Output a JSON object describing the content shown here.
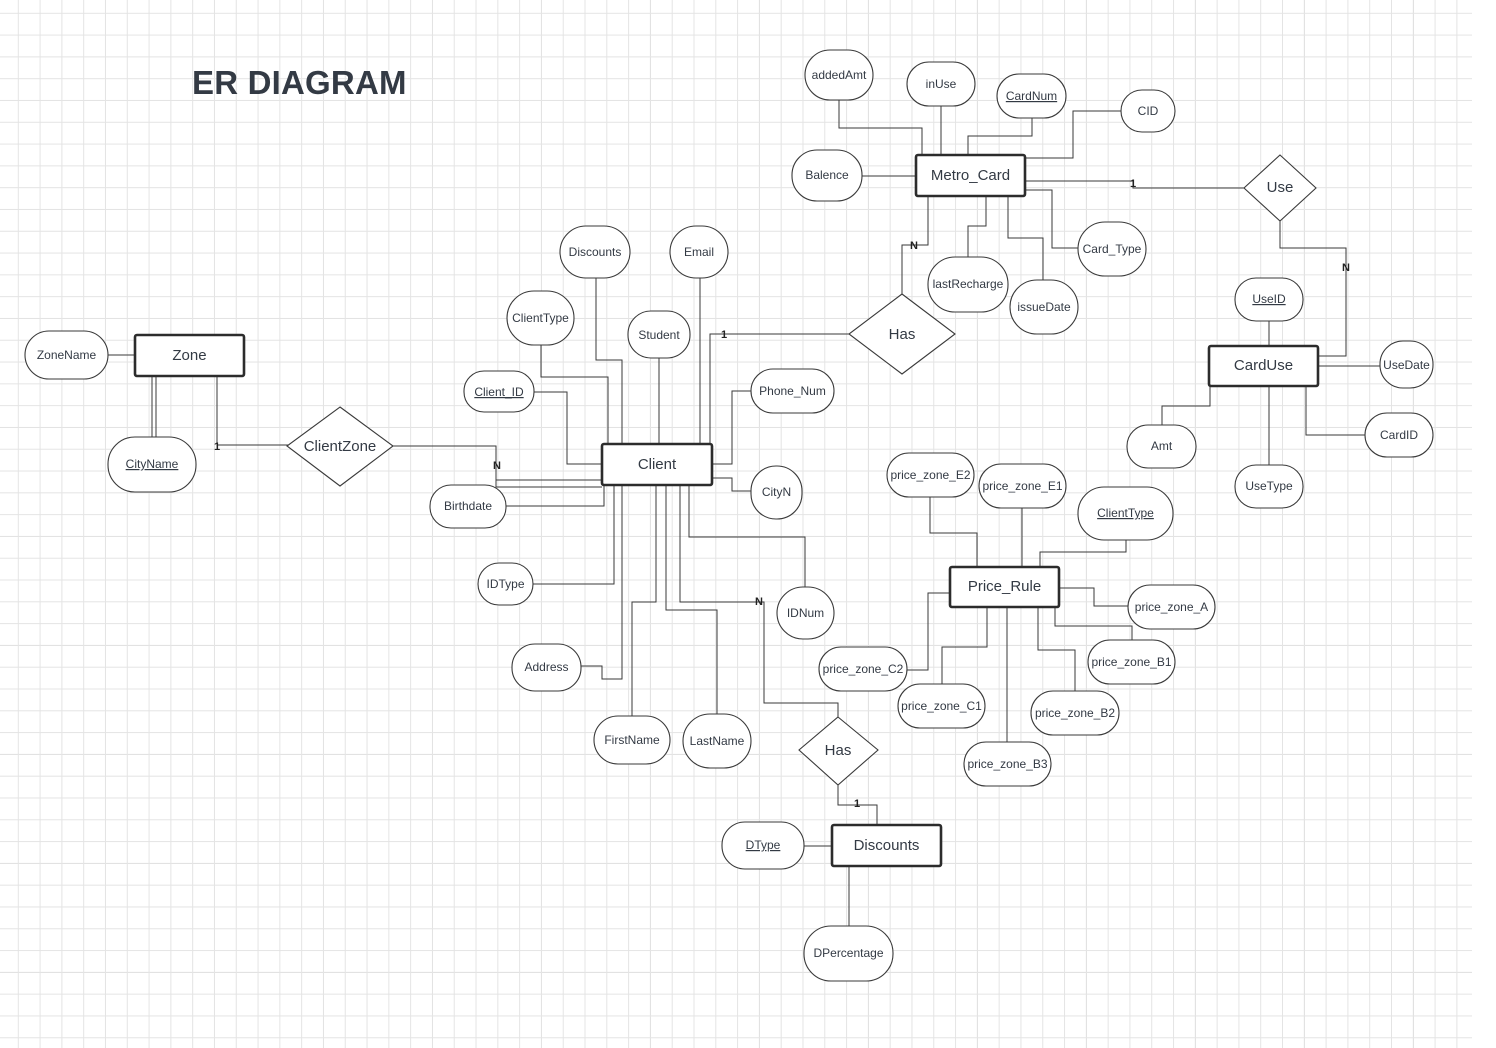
{
  "title": "ER DIAGRAM",
  "entities": {
    "zone": "Zone",
    "client": "Client",
    "metro_card": "Metro_Card",
    "card_use": "CardUse",
    "price_rule": "Price_Rule",
    "discounts": "Discounts"
  },
  "relationships": {
    "client_zone": "ClientZone",
    "has_card": "Has",
    "use": "Use",
    "has_discount": "Has"
  },
  "attributes": {
    "zone_name": "ZoneName",
    "city_name": "CityName",
    "added_amt": "addedAmt",
    "in_use": "inUse",
    "card_num": "CardNum",
    "cid": "CID",
    "balence": "Balence",
    "card_type": "Card_Type",
    "last_recharge": "lastRecharge",
    "issue_date": "issueDate",
    "client_discounts": "Discounts",
    "email": "Email",
    "client_type": "ClientType",
    "student": "Student",
    "client_id": "Client_ID",
    "phone_num": "Phone_Num",
    "birthdate": "Birthdate",
    "city_n": "CityN",
    "id_type": "IDType",
    "id_num": "IDNum",
    "address": "Address",
    "first_name": "FirstName",
    "last_name": "LastName",
    "use_id": "UseID",
    "use_date": "UseDate",
    "amt": "Amt",
    "card_id": "CardID",
    "use_type": "UseType",
    "price_zone_e2": "price_zone_E2",
    "price_zone_e1": "price_zone_E1",
    "pr_client_type": "ClientType",
    "price_zone_a": "price_zone_A",
    "price_zone_c2": "price_zone_C2",
    "price_zone_b1": "price_zone_B1",
    "price_zone_c1": "price_zone_C1",
    "price_zone_b2": "price_zone_B2",
    "price_zone_b3": "price_zone_B3",
    "d_type": "DType",
    "d_percentage": "DPercentage"
  },
  "cardinalities": {
    "zone_clientzone": "1",
    "clientzone_client": "N",
    "client_has": "1",
    "has_metrocard": "N",
    "metrocard_use": "1",
    "use_carduse": "N",
    "client_has_discount": "N",
    "has_discounts": "1"
  }
}
